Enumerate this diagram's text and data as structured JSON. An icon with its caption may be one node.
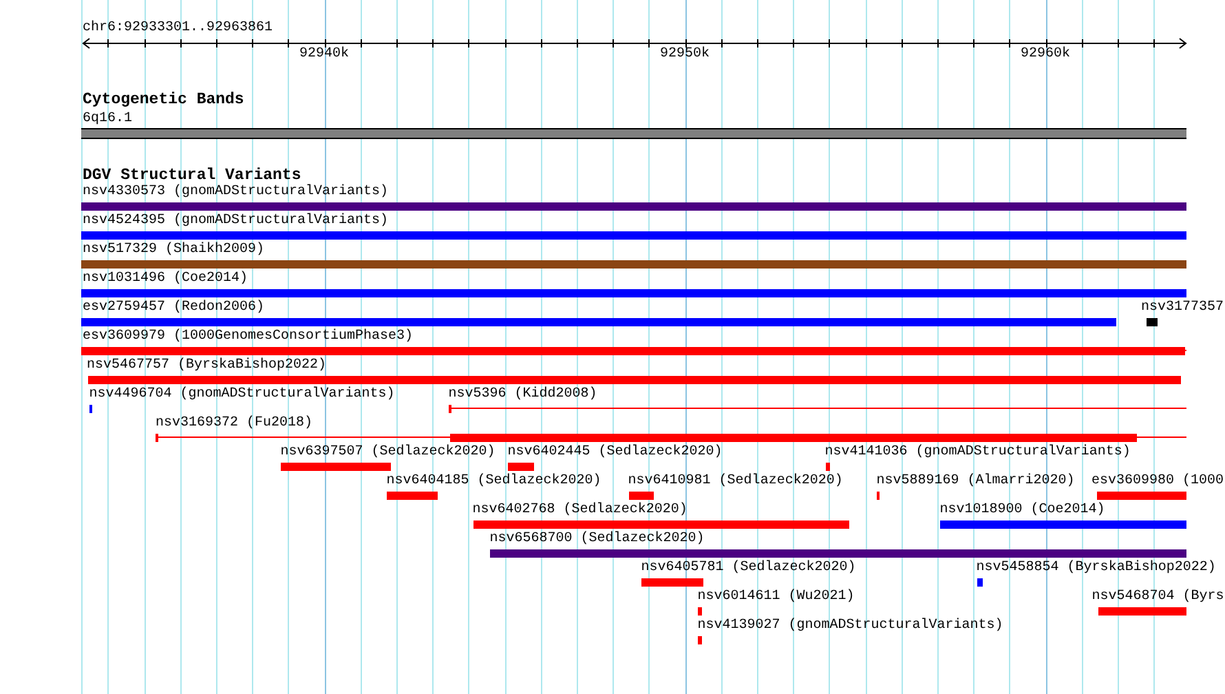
{
  "diagram": {
    "nodes": [
      {
        "text": [
          "6q16.1"
        ]
      },
      {
        "text": [
          "nsv4330573 (gnomADStructuralVariants)"
        ]
      },
      {
        "text": [
          "nsv4524395 (gnomADStructuralVariants)"
        ]
      },
      {
        "text": [
          "nsv517329 (Shaikh2009)"
        ]
      },
      {
        "text": [
          "nsv1031496 (Coe2014)"
        ]
      },
      {
        "text": [
          "esv2759457 (Redon2006)"
        ]
      },
      {
        "text": [
          "nsv3177357"
        ]
      },
      {
        "text": [
          "esv3609979 (1000GenomesConsortiumPhase3)"
        ]
      },
      {
        "text": [
          "nsv5467757 (ByrskaBishop2022)"
        ]
      },
      {
        "text": [
          "nsv4496704 (gnomADStructuralVariants)"
        ]
      },
      {
        "text": [
          "nsv5396 (Kidd2008)"
        ]
      },
      {
        "text": [
          "nsv3169372 (Fu2018)"
        ]
      },
      {
        "text": [
          "nsv6397507 (Sedlazeck2020)"
        ]
      },
      {
        "text": [
          "nsv6402445 (Sedlazeck2020)"
        ]
      },
      {
        "text": [
          "nsv4141036 (gnomADStructuralVariants)"
        ]
      },
      {
        "text": [
          "nsv6404185 (Sedlazeck2020)"
        ]
      },
      {
        "text": [
          "nsv6410981 (Sedlazeck2020)"
        ]
      },
      {
        "text": [
          "nsv5889169 (Almarri2020)"
        ]
      },
      {
        "text": [
          "esv3609980 (1000"
        ]
      },
      {
        "text": [
          "nsv6402768 (Sedlazeck2020)"
        ]
      },
      {
        "text": [
          "nsv1018900 (Coe2014)"
        ]
      },
      {
        "text": [
          "nsv6568700 (Sedlazeck2020)"
        ]
      },
      {
        "text": [
          "nsv6405781 (Sedlazeck2020)"
        ]
      },
      {
        "text": [
          "nsv5458854 (ByrskaBishop2022)"
        ]
      },
      {
        "text": [
          "nsv6014611 (Wu2021)"
        ]
      },
      {
        "text": [
          "nsv5468704 (Byrs"
        ]
      },
      {
        "text": [
          "nsv4139027 (gnomADStructuralVariants)"
        ]
      }
    ],
    "labels": [
      "chr6:92933301..92963861",
      "92940k",
      "92950k",
      "92960k",
      "Cytogenetic Bands",
      "DGV Structural Variants"
    ]
  }
}
